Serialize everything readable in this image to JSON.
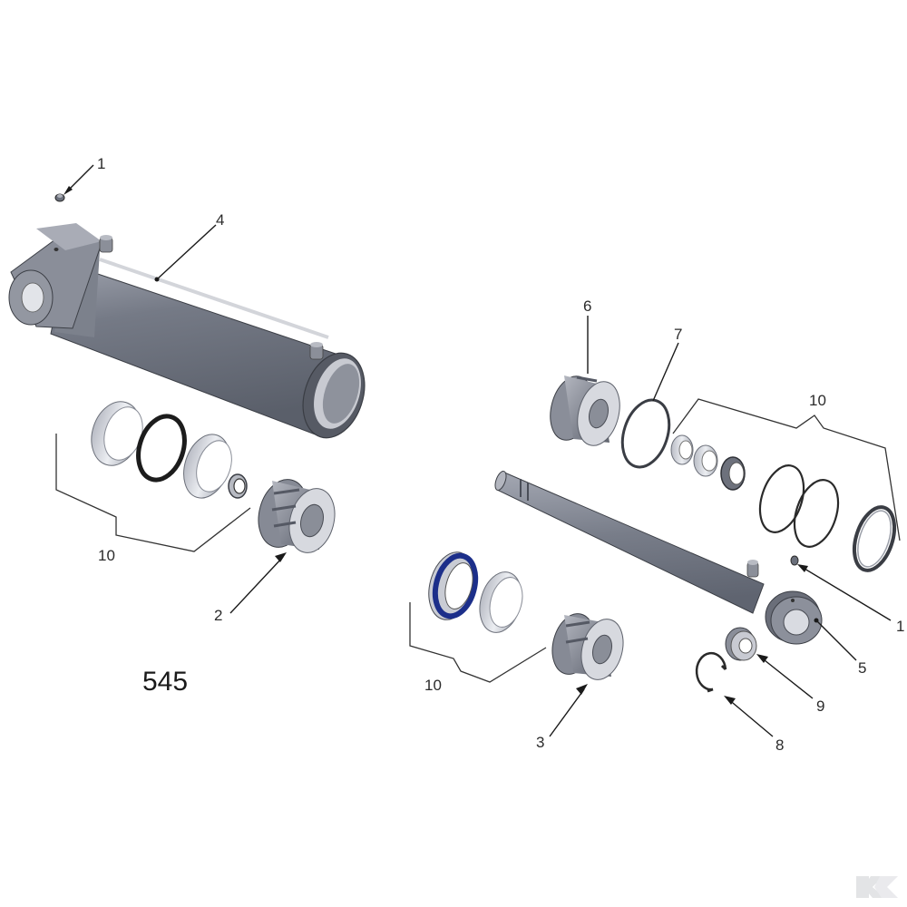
{
  "model_number": "545",
  "callouts": {
    "c1a": "1",
    "c1b": "1",
    "c2": "2",
    "c3": "3",
    "c4": "4",
    "c5": "5",
    "c6": "6",
    "c7": "7",
    "c8": "8",
    "c9": "9",
    "c10a": "10",
    "c10b": "10",
    "c10c": "10"
  },
  "colors": {
    "body_dark": "#5f6470",
    "body_mid": "#7a7f8b",
    "body_light": "#a7abb6",
    "part_light": "#d5d7de",
    "seal_black": "#1c1c1c",
    "seal_blue": "#1c2f8a"
  },
  "watermark": "K"
}
